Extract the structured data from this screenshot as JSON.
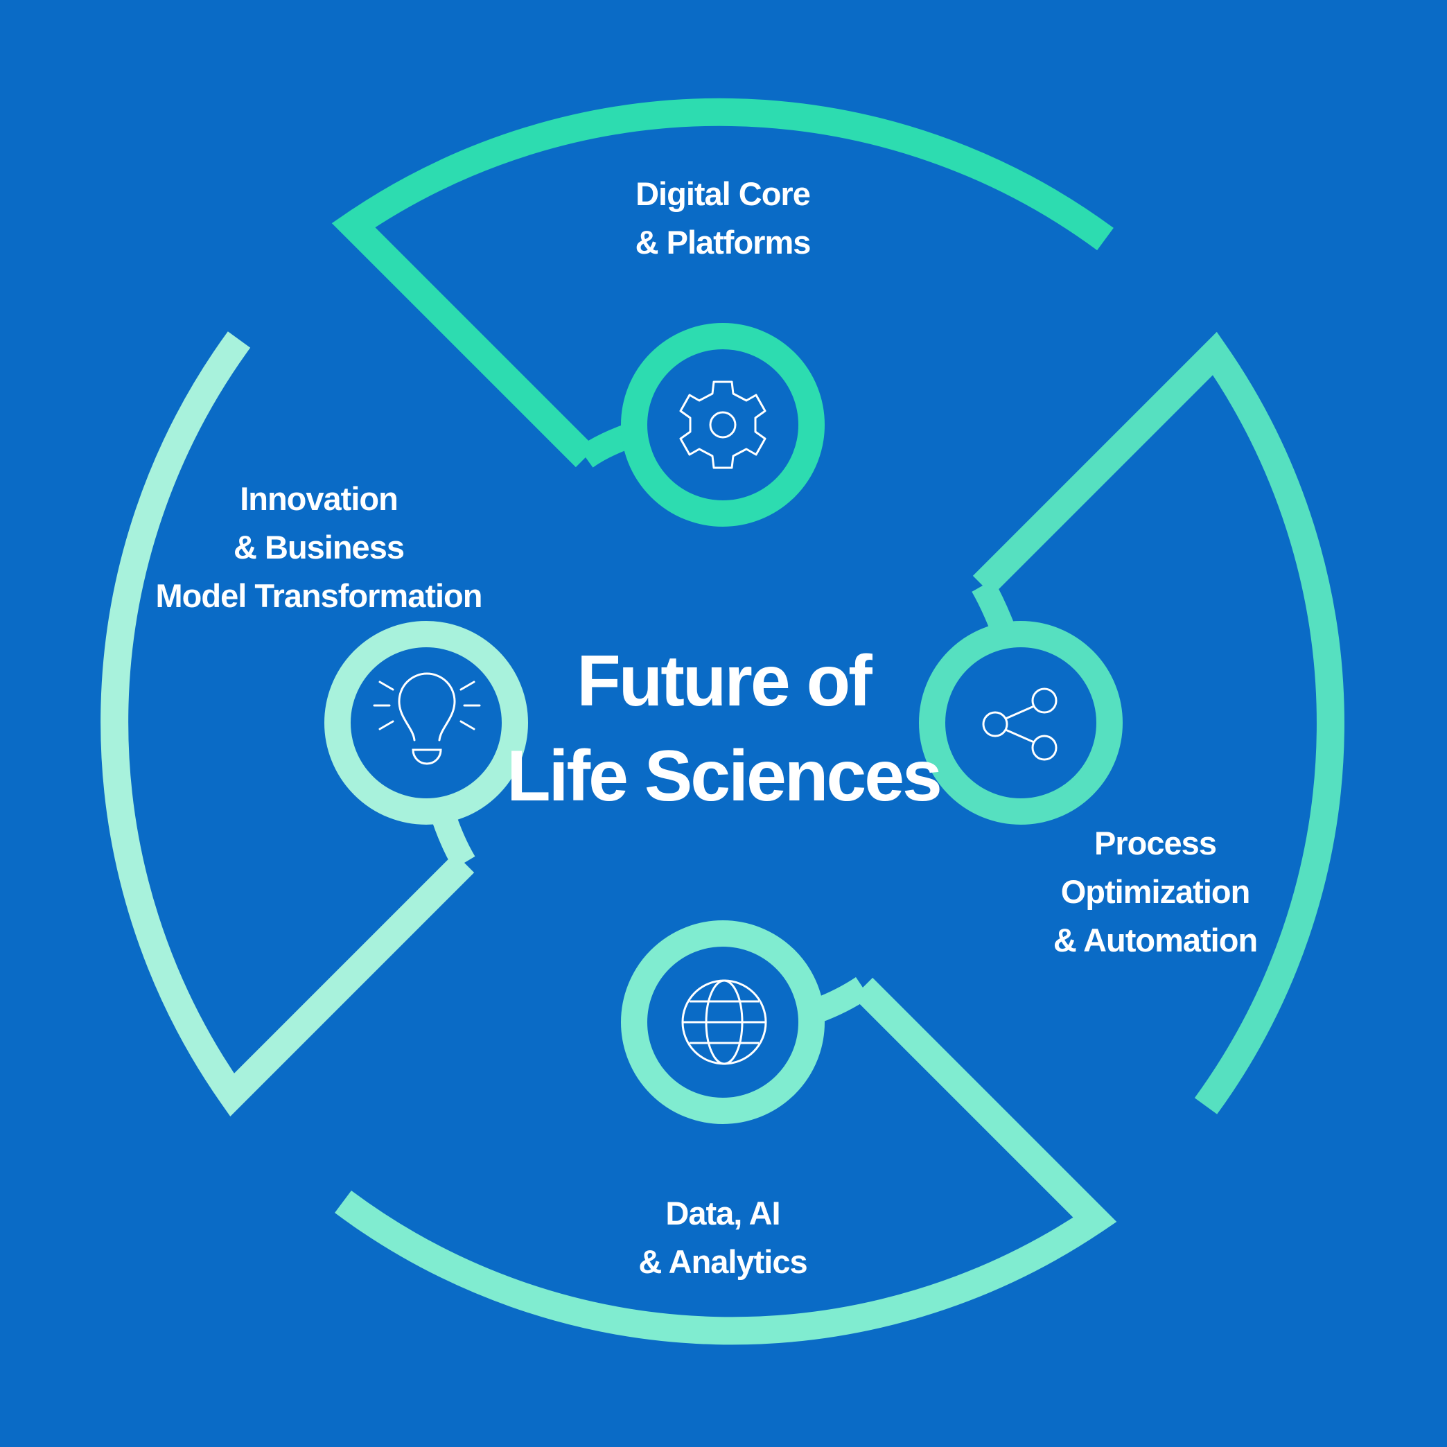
{
  "title": {
    "line1": "Future of",
    "line2": "Life Sciences"
  },
  "segments": [
    {
      "id": "digital-core",
      "lines": [
        "Digital Core",
        "& Platforms"
      ],
      "icon": "gear-icon",
      "color": "#2ddcb0"
    },
    {
      "id": "process-optimization",
      "lines": [
        "Process",
        "Optimization",
        "& Automation"
      ],
      "icon": "share-icon",
      "color": "#56e0c0"
    },
    {
      "id": "data-ai",
      "lines": [
        "Data, AI",
        "& Analytics"
      ],
      "icon": "globe-icon",
      "color": "#80ecd0"
    },
    {
      "id": "innovation",
      "lines": [
        "Innovation",
        "& Business",
        "Model Transformation"
      ],
      "icon": "lightbulb-icon",
      "color": "#a8f2dc"
    }
  ],
  "colors": {
    "background": "#0a6bc6",
    "text": "#ffffff"
  }
}
